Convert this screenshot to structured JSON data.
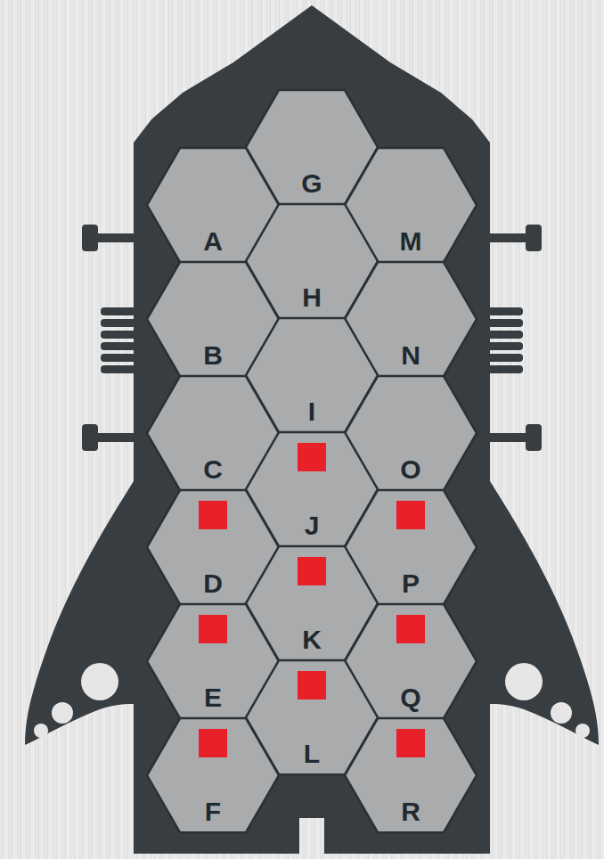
{
  "diagram": {
    "nodes": [
      {
        "text": [
          "G"
        ]
      },
      {
        "text": [
          "A"
        ]
      },
      {
        "text": [
          "M"
        ]
      },
      {
        "text": [
          "H"
        ]
      },
      {
        "text": [
          "B"
        ]
      },
      {
        "text": [
          "N"
        ]
      },
      {
        "text": [
          "I"
        ]
      },
      {
        "text": [
          "C"
        ]
      },
      {
        "text": [
          "O"
        ]
      },
      {
        "text": [
          "J"
        ]
      },
      {
        "text": [
          "D"
        ]
      },
      {
        "text": [
          "P"
        ]
      },
      {
        "text": [
          "K"
        ]
      },
      {
        "text": [
          "E"
        ]
      },
      {
        "text": [
          "Q"
        ]
      },
      {
        "text": [
          "L"
        ]
      },
      {
        "text": [
          "F"
        ]
      },
      {
        "text": [
          "R"
        ]
      }
    ]
  }
}
